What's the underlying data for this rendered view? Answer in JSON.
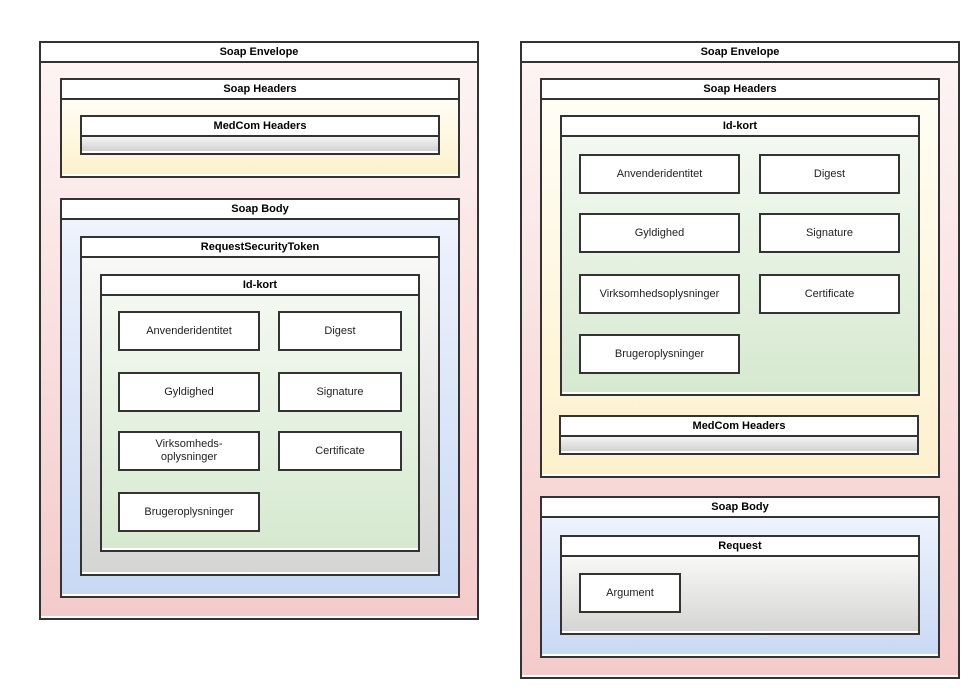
{
  "left_diagram": {
    "envelope_title": "Soap Envelope",
    "headers_title": "Soap Headers",
    "medcom_title": "MedCom Headers",
    "body_title": "Soap Body",
    "rst_title": "RequestSecurityToken",
    "idkort_title": "Id-kort",
    "idkort_items": [
      "Anvenderidentitet",
      "Digest",
      "Gyldighed",
      "Signature",
      "Virksomheds-\noplysninger",
      "Certificate",
      "Brugeroplysninger"
    ]
  },
  "right_diagram": {
    "envelope_title": "Soap Envelope",
    "headers_title": "Soap Headers",
    "idkort_title": "Id-kort",
    "idkort_items": [
      "Anvenderidentitet",
      "Digest",
      "Gyldighed",
      "Signature",
      "Virksomhedsoplysninger",
      "Certificate",
      "Brugeroplysninger"
    ],
    "medcom_title": "MedCom Headers",
    "body_title": "Soap Body",
    "request_title": "Request",
    "argument_label": "Argument"
  },
  "colors": {
    "border": "#333333",
    "envelope_fill_top": "#fdf4f3",
    "envelope_fill_bottom": "#f3cbca",
    "headers_fill_top": "#fffdf5",
    "headers_fill_bottom": "#fdf1cd",
    "body_fill_top": "#eef3fc",
    "body_fill_bottom": "#c9d9f4",
    "idkort_fill_top": "#f3f9f1",
    "idkort_fill_bottom": "#d6e9d0",
    "token_fill_top": "#f8f8f6",
    "token_fill_bottom": "#d5d5d3",
    "medcom_bar_top": "#f3f3f3",
    "medcom_bar_bottom": "#d2d2d2",
    "leaf_fill": "#ffffff",
    "title_fill": "#ffffff"
  }
}
